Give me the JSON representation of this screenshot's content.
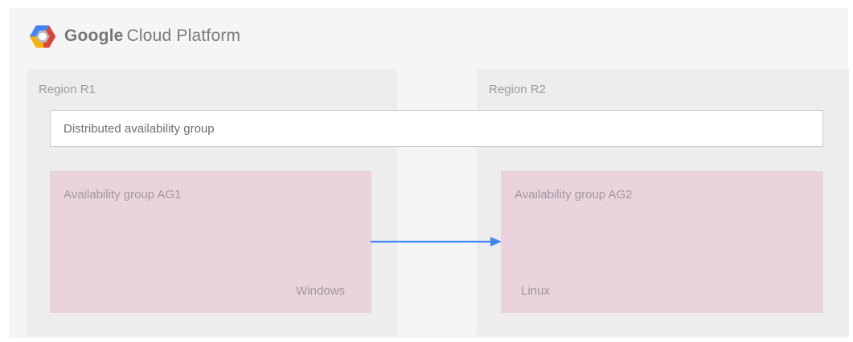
{
  "header": {
    "brand_bold": "Google",
    "brand_rest": "Cloud Platform",
    "logo": {
      "name": "google-cloud-platform-hexagon-logo",
      "blue": "#4285f4",
      "red": "#db4437",
      "yellow": "#f4b400",
      "inner_gray": "#b9b9bd"
    }
  },
  "diagram": {
    "distributed_group": {
      "label": "Distributed availability group"
    },
    "regions": [
      {
        "label": "Region R1",
        "group": {
          "label": "Availability group AG1",
          "os": "Windows"
        }
      },
      {
        "label": "Region R2",
        "group": {
          "label": "Availability group AG2",
          "os": "Linux"
        }
      }
    ],
    "arrow": {
      "direction": "left-to-right",
      "color": "#4285f4"
    },
    "colors": {
      "panel_background": "#f5f5f6",
      "region_background": "#ededee",
      "availability_group_background": "#ebd3dd",
      "distributed_box_background": "#ffffff",
      "distributed_box_border": "#cccccc",
      "label_gray": "#9b9b9b"
    }
  }
}
